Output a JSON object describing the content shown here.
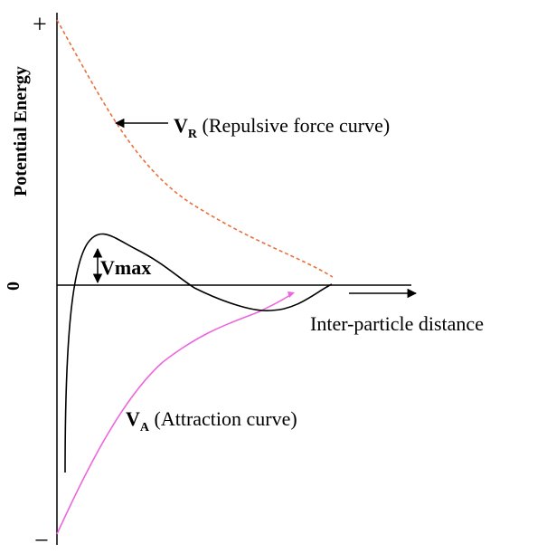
{
  "axis": {
    "y_label": "Potential Energy",
    "x_label": "Inter-particle distance",
    "plus_sign": "+",
    "minus_sign": "−",
    "zero_label": "0"
  },
  "labels": {
    "repulsive_main": "V",
    "repulsive_sub": "R",
    "repulsive_desc": " (Repulsive force curve)",
    "attraction_main": "V",
    "attraction_sub": "A",
    "attraction_desc": " (Attraction curve)",
    "vmax": "Vmax"
  },
  "colors": {
    "axis": "#000000",
    "repulsive_curve": "#e8703a",
    "attraction_curve": "#ee66dd",
    "net_curve": "#000000",
    "text": "#000000"
  },
  "icons": {
    "repulsive_pointer": "arrow-left-icon",
    "x_direction": "arrow-right-icon",
    "vmax_marker": "double-arrow-vertical-icon"
  }
}
